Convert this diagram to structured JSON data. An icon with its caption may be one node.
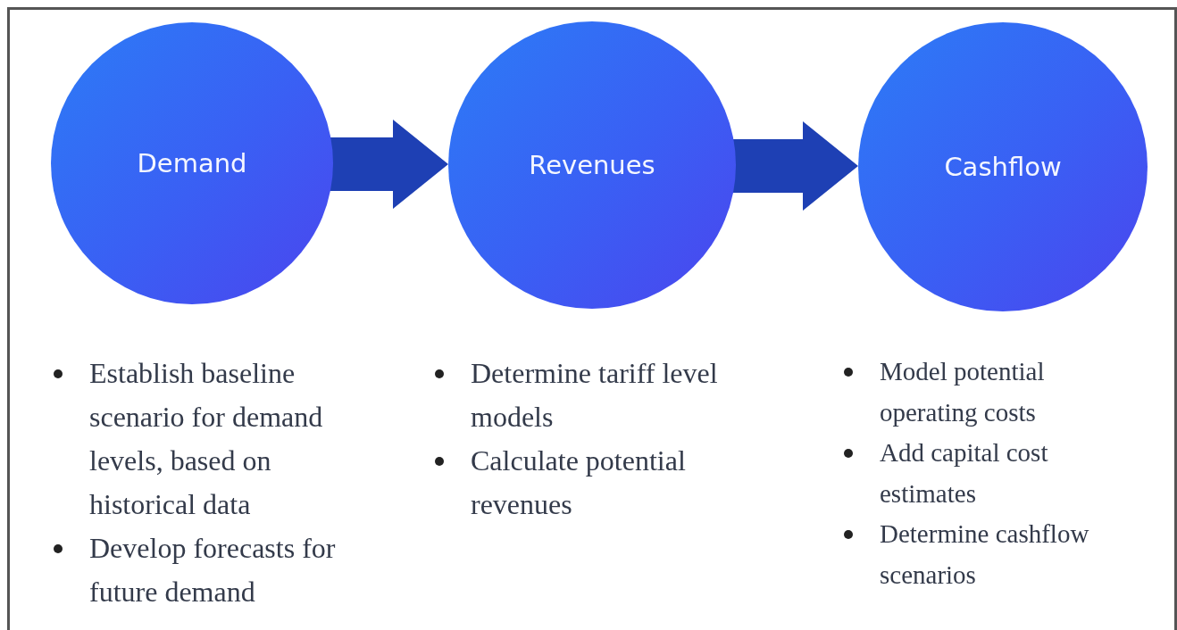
{
  "diagram": {
    "nodes": [
      {
        "text": [
          "Demand"
        ],
        "beside": [
          "Establish baseline scenario for demand levels, based on historical data",
          "Develop forecasts for future demand"
        ]
      },
      {
        "text": [
          "Revenues"
        ],
        "beside": [
          "Determine tariff level models",
          "Calculate potential revenues"
        ]
      },
      {
        "text": [
          "Cashflow"
        ],
        "beside": [
          "Model potential operating costs",
          "Add capital cost estimates",
          "Determine cashflow scenarios"
        ]
      }
    ],
    "edges": [
      {
        "from": 0,
        "to": 1,
        "arrow": "to"
      },
      {
        "from": 1,
        "to": 2,
        "arrow": "to"
      }
    ]
  }
}
